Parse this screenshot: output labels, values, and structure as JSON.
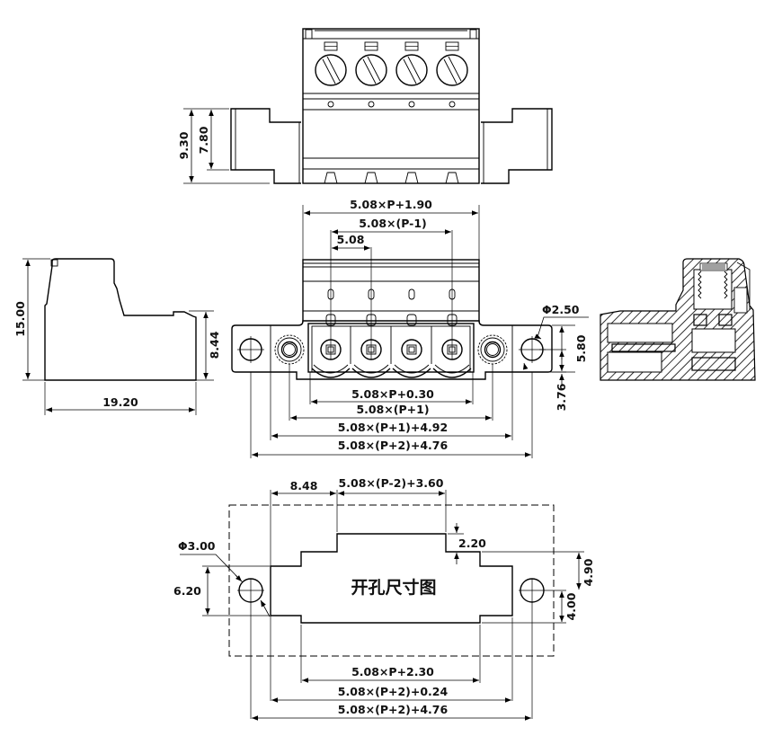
{
  "drawing": {
    "type": "pluggable terminal block connector dimension drawing",
    "pole_count_shown": 4,
    "colors": {
      "line": "#000000",
      "background": "#ffffff"
    }
  },
  "top_view": {
    "dims": {
      "height_overall": "9.30",
      "height_flange": "7.80"
    }
  },
  "side_view_left": {
    "dims": {
      "height": "15.00",
      "width": "19.20",
      "flange_height": "8.44"
    }
  },
  "front_view": {
    "dims": {
      "top_overall": "5.08×P+1.90",
      "pin_span": "5.08×(P-1)",
      "pitch": "5.08",
      "hole_dia": "Φ2.50",
      "flange_height": "5.80",
      "hole_offset": "3.76",
      "row1": "5.08×P+0.30",
      "row2": "5.08×(P+1)",
      "row3": "5.08×(P+1)+4.92",
      "row4": "5.08×(P+2)+4.76"
    }
  },
  "panel_cutout": {
    "title": "开孔尺寸图",
    "dims": {
      "left_step": "8.48",
      "top_width": "5.08×(P-2)+3.60",
      "step_height": "2.20",
      "hole_dia": "Φ3.00",
      "left_height": "6.20",
      "right_upper": "4.90",
      "right_lower": "4.00",
      "row1": "5.08×P+2.30",
      "row2": "5.08×(P+2)+0.24",
      "row3": "5.08×(P+2)+4.76"
    }
  }
}
